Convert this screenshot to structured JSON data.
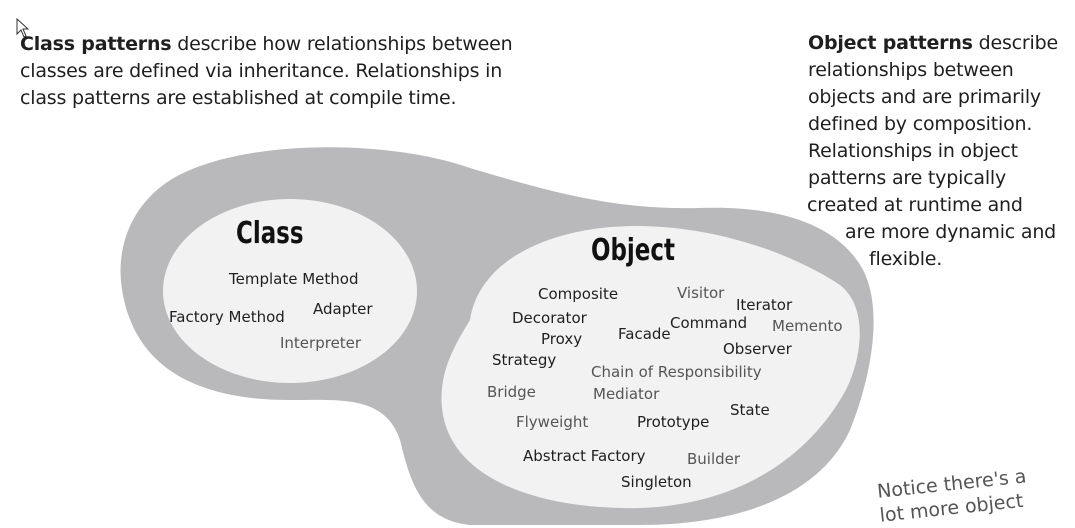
{
  "class_description": {
    "bold": "Class patterns",
    "line1": " describe how relationships between",
    "line2": "classes are defined via inheritance.  Relationships in",
    "line3": "class patterns are established at compile time."
  },
  "object_description": {
    "bold": "Object patterns",
    "line1": " describe",
    "line2": "relationships between",
    "line3": "objects and are primarily",
    "line4": "defined by composition.",
    "line5": "Relationships in object",
    "line6": "patterns are typically",
    "line7": "created at runtime and",
    "line8": "are more dynamic and",
    "line9": "flexible."
  },
  "class_group": {
    "title": "Class",
    "patterns": [
      "Template Method",
      "Adapter",
      "Factory Method",
      "Interpreter"
    ]
  },
  "object_group": {
    "title": "Object",
    "patterns": [
      "Composite",
      "Visitor",
      "Iterator",
      "Decorator",
      "Command",
      "Memento",
      "Facade",
      "Proxy",
      "Observer",
      "Strategy",
      "Chain of Responsibility",
      "Bridge",
      "Mediator",
      "State",
      "Flyweight",
      "Prototype",
      "Abstract Factory",
      "Builder",
      "Singleton"
    ]
  },
  "note": {
    "line1": "Notice there's a",
    "line2": "lot more object"
  },
  "colors": {
    "outer_blob": "#b9b9bb",
    "inner_ellipse": "#f2f2f3"
  }
}
